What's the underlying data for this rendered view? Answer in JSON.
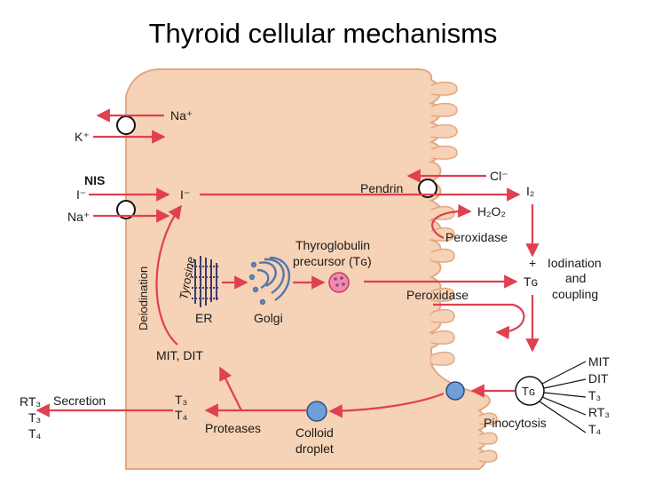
{
  "title": "Thyroid cellular mechanisms",
  "colors": {
    "cell_fill": "#f6d2b6",
    "cell_border": "#e3a883",
    "arrow": "#e0404f",
    "droplet": "#6f9fd8"
  },
  "labels": {
    "na_top": "Na⁺",
    "k": "K⁺",
    "nis": "NIS",
    "i_left": "I⁻",
    "na_left": "Na⁺",
    "i_inside": "I⁻",
    "cl": "Cl⁻",
    "pendrin": "Pendrin",
    "i2": "I₂",
    "h2o2": "H₂O₂",
    "peroxidase_top": "Peroxidase",
    "plus": "+",
    "iodination_1": "Iodination",
    "iodination_2": "and",
    "iodination_3": "coupling",
    "tg_right": "Tɢ",
    "peroxidase_mid": "Peroxidase",
    "thyroglobulin_1": "Thyroglobulin",
    "thyroglobulin_2": "precursor (Tɢ)",
    "er": "ER",
    "golgi": "Golgi",
    "tyrosine": "Tyrosine",
    "deiodination": "Deiodination",
    "mit_dit": "MIT, DIT",
    "t3_cell": "T₃",
    "t4_cell": "T₄",
    "proteases": "Proteases",
    "colloid_1": "Colloid",
    "colloid_2": "droplet",
    "secretion": "Secretion",
    "rt3_out": "RT₃",
    "t3_out": "T₃",
    "t4_out": "T₄",
    "pinocytosis": "Pinocytosis",
    "tg_circle": "Tɢ",
    "fan_mit": "MIT",
    "fan_dit": "DIT",
    "fan_t3": "T₃",
    "fan_rt3": "RT₃",
    "fan_t4": "T₄"
  }
}
